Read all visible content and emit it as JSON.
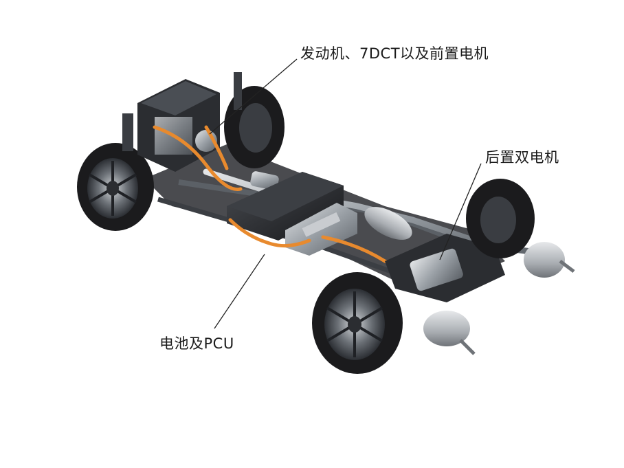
{
  "callouts": {
    "engine": "发动机、7DCT以及前置电机",
    "rear_motor": "后置双电机",
    "battery": "电池及PCU"
  },
  "colors": {
    "tire": "#1b1b1d",
    "rim": "#3a3d42",
    "metal": "#9aa0a6",
    "dark_metal": "#2b2d31",
    "orange_cable": "#e88a2e",
    "muffler": "#b6b9bd",
    "leader_line": "#222222"
  }
}
